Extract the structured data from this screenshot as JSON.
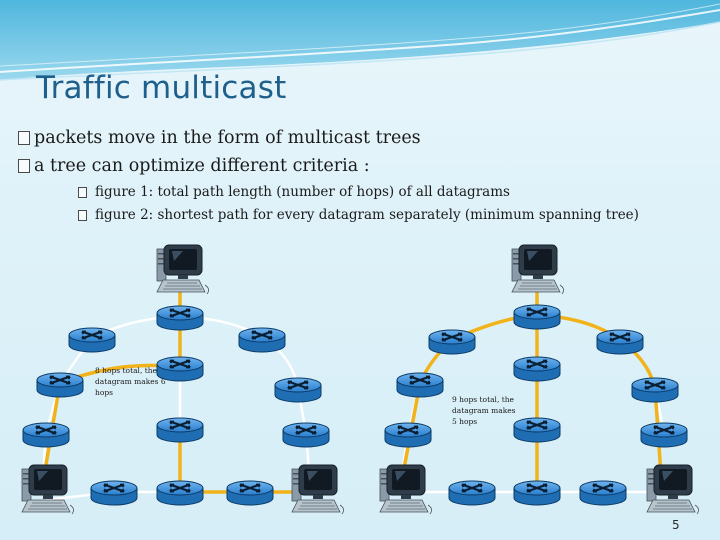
{
  "slide": {
    "title": "Traffic multicast",
    "bullets_l1": [
      "packets move in the form of multicast trees",
      "a tree can optimize different criteria :"
    ],
    "bullets_l2": [
      "figure 1: total path length (number of hops) of all datagrams",
      "figure 2: shortest path for every datagram separately (minimum spanning tree)"
    ],
    "annotation_left": [
      "8 hops total, the",
      "datagram makes 6",
      "hops"
    ],
    "annotation_right": [
      "9 hops total, the",
      "datagram makes",
      "5 hops"
    ],
    "page_number": "5"
  },
  "colors": {
    "tree_link": "#f2b31a",
    "plain_link": "#ffffff",
    "router_body": "#1f6db3",
    "title": "#1f5f8b",
    "header_wave": "#6cc3e3"
  },
  "icon_names": [
    "router-icon",
    "computer-icon"
  ]
}
